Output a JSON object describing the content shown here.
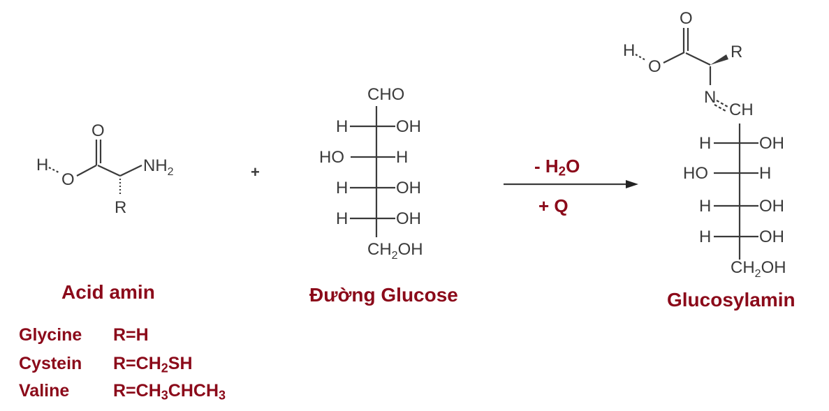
{
  "colors": {
    "label": "#8b0a1a",
    "structure": "#3a3a3a",
    "background": "#ffffff"
  },
  "reactant1": {
    "name": "Acid amin",
    "atoms": {
      "h": "H",
      "o_hydroxyl": "O",
      "o_carbonyl": "O",
      "n": "NH",
      "n_sub": "2",
      "r": "R"
    }
  },
  "plus_sign": "+",
  "reactant2": {
    "name": "Đường Glucose",
    "top": "CHO",
    "rows": [
      {
        "left": "H",
        "right": "OH"
      },
      {
        "left": "HO",
        "right": "H"
      },
      {
        "left": "H",
        "right": "OH"
      },
      {
        "left": "H",
        "right": "OH"
      }
    ],
    "bottom": {
      "main": "CH",
      "sub": "2",
      "tail": "OH"
    }
  },
  "arrow": {
    "above": {
      "prefix": "- H",
      "sub": "2",
      "suffix": "O"
    },
    "below": "+ Q"
  },
  "product": {
    "name": "Glucosylamin",
    "atoms": {
      "h": "H",
      "o_hydroxyl": "O",
      "o_carbonyl": "O",
      "r": "R",
      "n": "N",
      "ch": "CH"
    },
    "rows": [
      {
        "left": "H",
        "right": "OH"
      },
      {
        "left": "HO",
        "right": "H"
      },
      {
        "left": "H",
        "right": "OH"
      },
      {
        "left": "H",
        "right": "OH"
      }
    ],
    "bottom": {
      "main": "CH",
      "sub": "2",
      "tail": "OH"
    }
  },
  "amino_acid_examples": [
    {
      "name": "Glycine",
      "r_prefix": "R=H",
      "r_sub": "",
      "r_suffix": "",
      "r_sub2": ""
    },
    {
      "name": "Cystein",
      "r_prefix": "R=CH",
      "r_sub": "2",
      "r_suffix": "SH",
      "r_sub2": ""
    },
    {
      "name": "Valine",
      "r_prefix": "R=CH",
      "r_sub": "3",
      "r_suffix": "CHCH",
      "r_sub2": "3"
    }
  ]
}
